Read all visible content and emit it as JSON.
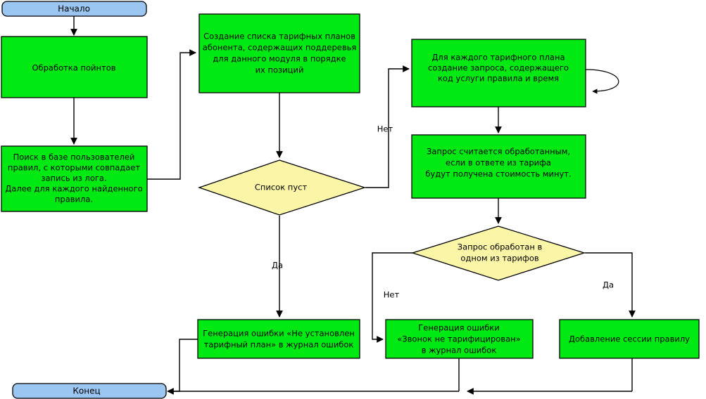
{
  "diagram": {
    "title": "Flowchart: tariff plan processing",
    "colors": {
      "process_fill": "#00e913",
      "decision_fill": "#fbf5a8",
      "terminator_fill": "#9cc6f2",
      "stroke": "#000000",
      "background": "#ffffff"
    },
    "nodes": {
      "start": {
        "type": "terminator",
        "label": "Начало"
      },
      "process_points": {
        "type": "process",
        "label": "Обработка пойнтов"
      },
      "search_rules": {
        "type": "process",
        "line1": "Поиск в базе пользователей",
        "line2": "правил,  с которыми совпадает",
        "line3": "запись из лога.",
        "line4": "Далее для каждого найденного",
        "line5": "правила."
      },
      "create_list": {
        "type": "process",
        "line1": "Создание списка тарифных планов",
        "line2": "абонента, содержащих поддеревья",
        "line3": "для данного модуля в порядке",
        "line4": "их позиций"
      },
      "list_empty": {
        "type": "decision",
        "label": "Список пуст"
      },
      "for_each_plan": {
        "type": "process",
        "line1": "Для каждого тарифного плана",
        "line2": "создание запроса,  содержащего",
        "line3": "код услуги правила и время"
      },
      "request_done_rule": {
        "type": "process",
        "line1": "Запрос считается обработанным,",
        "line2": "если в ответе из тарифа",
        "line3": "будут получена стоимость минут."
      },
      "request_processed": {
        "type": "decision",
        "line1": "Запрос обработан в",
        "line2": "одном из тарифов"
      },
      "error_no_plan": {
        "type": "process",
        "line1": "Генерация ошибки «Не установлен",
        "line2": "тарифный план» в журнал ошибок"
      },
      "error_not_rated": {
        "type": "process",
        "line1": "Генерация ошибки",
        "line2": "«Звонок не тарифицирован»",
        "line3": "в журнал ошибок"
      },
      "add_session": {
        "type": "process",
        "label": "Добавление сессии правилу"
      },
      "end": {
        "type": "terminator",
        "label": "Конец"
      }
    },
    "edge_labels": {
      "list_empty_no": "Нет",
      "list_empty_yes": "Да",
      "request_processed_no": "Нет",
      "request_processed_yes": "Да"
    }
  }
}
